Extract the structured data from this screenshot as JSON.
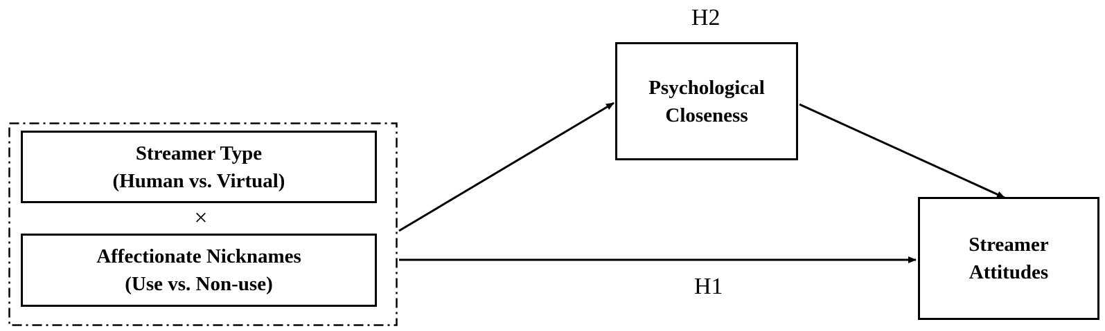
{
  "diagram": {
    "predictors": {
      "streamer_type": {
        "line1": "Streamer Type",
        "line2": "(Human vs. Virtual)"
      },
      "interaction_symbol": "×",
      "affectionate_nicknames": {
        "line1": "Affectionate Nicknames",
        "line2": "(Use vs. Non-use)"
      }
    },
    "mediator": {
      "line1": "Psychological",
      "line2": "Closeness"
    },
    "outcome": {
      "line1": "Streamer",
      "line2": "Attitudes"
    },
    "hypotheses": {
      "h1": "H1",
      "h2": "H2"
    },
    "colors": {
      "stroke": "#000000",
      "background": "#ffffff"
    }
  }
}
